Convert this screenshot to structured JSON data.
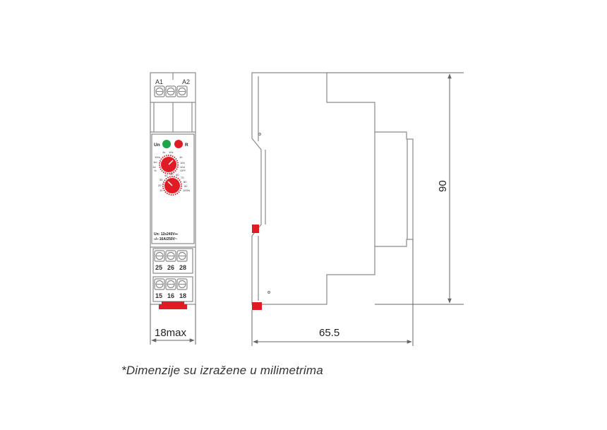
{
  "front": {
    "top_terminal_labels": [
      "A1",
      "A2"
    ],
    "led_labels": [
      "Un",
      "R"
    ],
    "dial1_labels": [
      "1s",
      "10s",
      "10m",
      "1h",
      "10h",
      "1d",
      "10d",
      "ON",
      "OFF",
      "%",
      "1m"
    ],
    "dial2_labels": [
      "40",
      "50",
      "60",
      "70",
      "80",
      "90",
      "100%",
      "30",
      "20",
      "10"
    ],
    "rating_line1": "Un: 12≥240V⎓",
    "rating_line2": "⎯/⎯ 16A/250V~",
    "terminal_row1_labels": [
      "25",
      "26",
      "28"
    ],
    "terminal_row2_labels": [
      "15",
      "16",
      "18"
    ],
    "width_dimension": "18max"
  },
  "side": {
    "height_dimension": "90",
    "depth_dimension": "65.5"
  },
  "caption": "*Dimenzije su izražene u milimetrima",
  "colors": {
    "line": "#8a8a8a",
    "red": "#e01b24",
    "green": "#1ea54a"
  }
}
